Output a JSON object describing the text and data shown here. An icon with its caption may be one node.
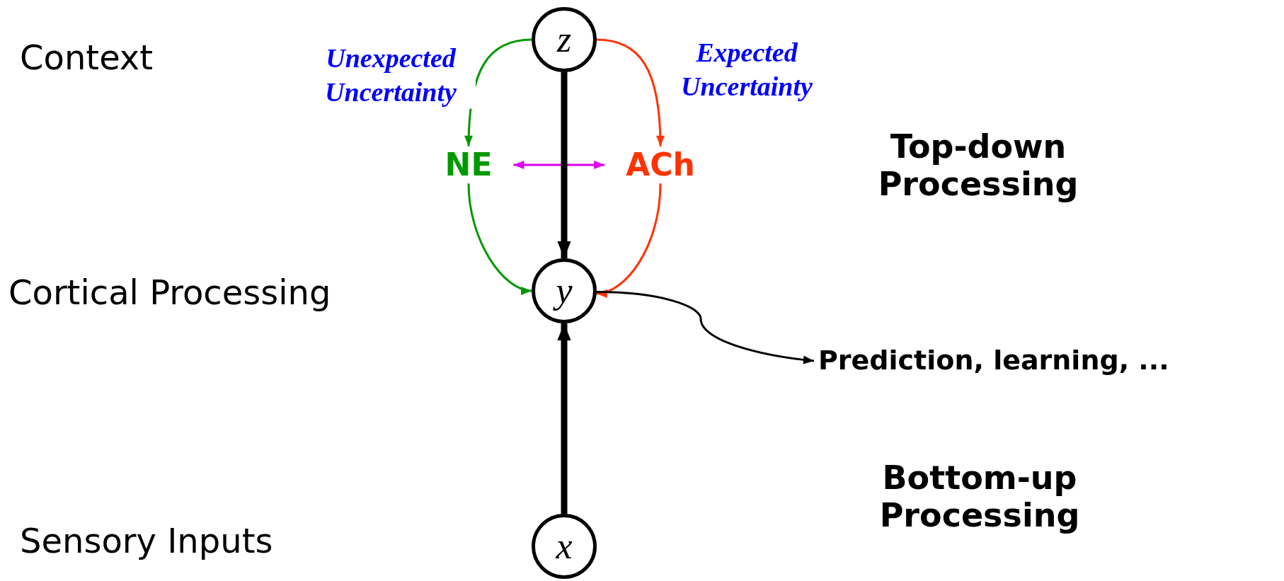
{
  "diagram": {
    "nodes": [
      {
        "text": [
          "z"
        ]
      },
      {
        "text": [
          "NE"
        ]
      },
      {
        "text": [
          "ACh"
        ]
      },
      {
        "text": [
          "y"
        ]
      },
      {
        "text": [
          "x"
        ]
      },
      {
        "text": [
          "Prediction, learning, ..."
        ]
      }
    ],
    "edges": [
      {
        "from": 0,
        "to": 1,
        "arrow": "to",
        "label": "Unexpected Uncertainty",
        "color": "#009900"
      },
      {
        "from": 0,
        "to": 2,
        "arrow": "to",
        "label": "Expected Uncertainty",
        "color": "#ff3300"
      },
      {
        "from": 1,
        "to": 2,
        "arrow": "both",
        "color": "#dd00ee"
      },
      {
        "from": 0,
        "to": 3,
        "arrow": "to",
        "style": "thick"
      },
      {
        "from": 1,
        "to": 3,
        "arrow": "to",
        "color": "#009900"
      },
      {
        "from": 2,
        "to": 3,
        "arrow": "to",
        "color": "#ff3300"
      },
      {
        "from": 4,
        "to": 3,
        "arrow": "to",
        "style": "thick"
      },
      {
        "from": 3,
        "to": 5,
        "arrow": "to"
      }
    ],
    "labels": [
      "Context",
      "Cortical Processing",
      "Sensory Inputs",
      "Top-down Processing",
      "Bottom-up Processing"
    ]
  }
}
